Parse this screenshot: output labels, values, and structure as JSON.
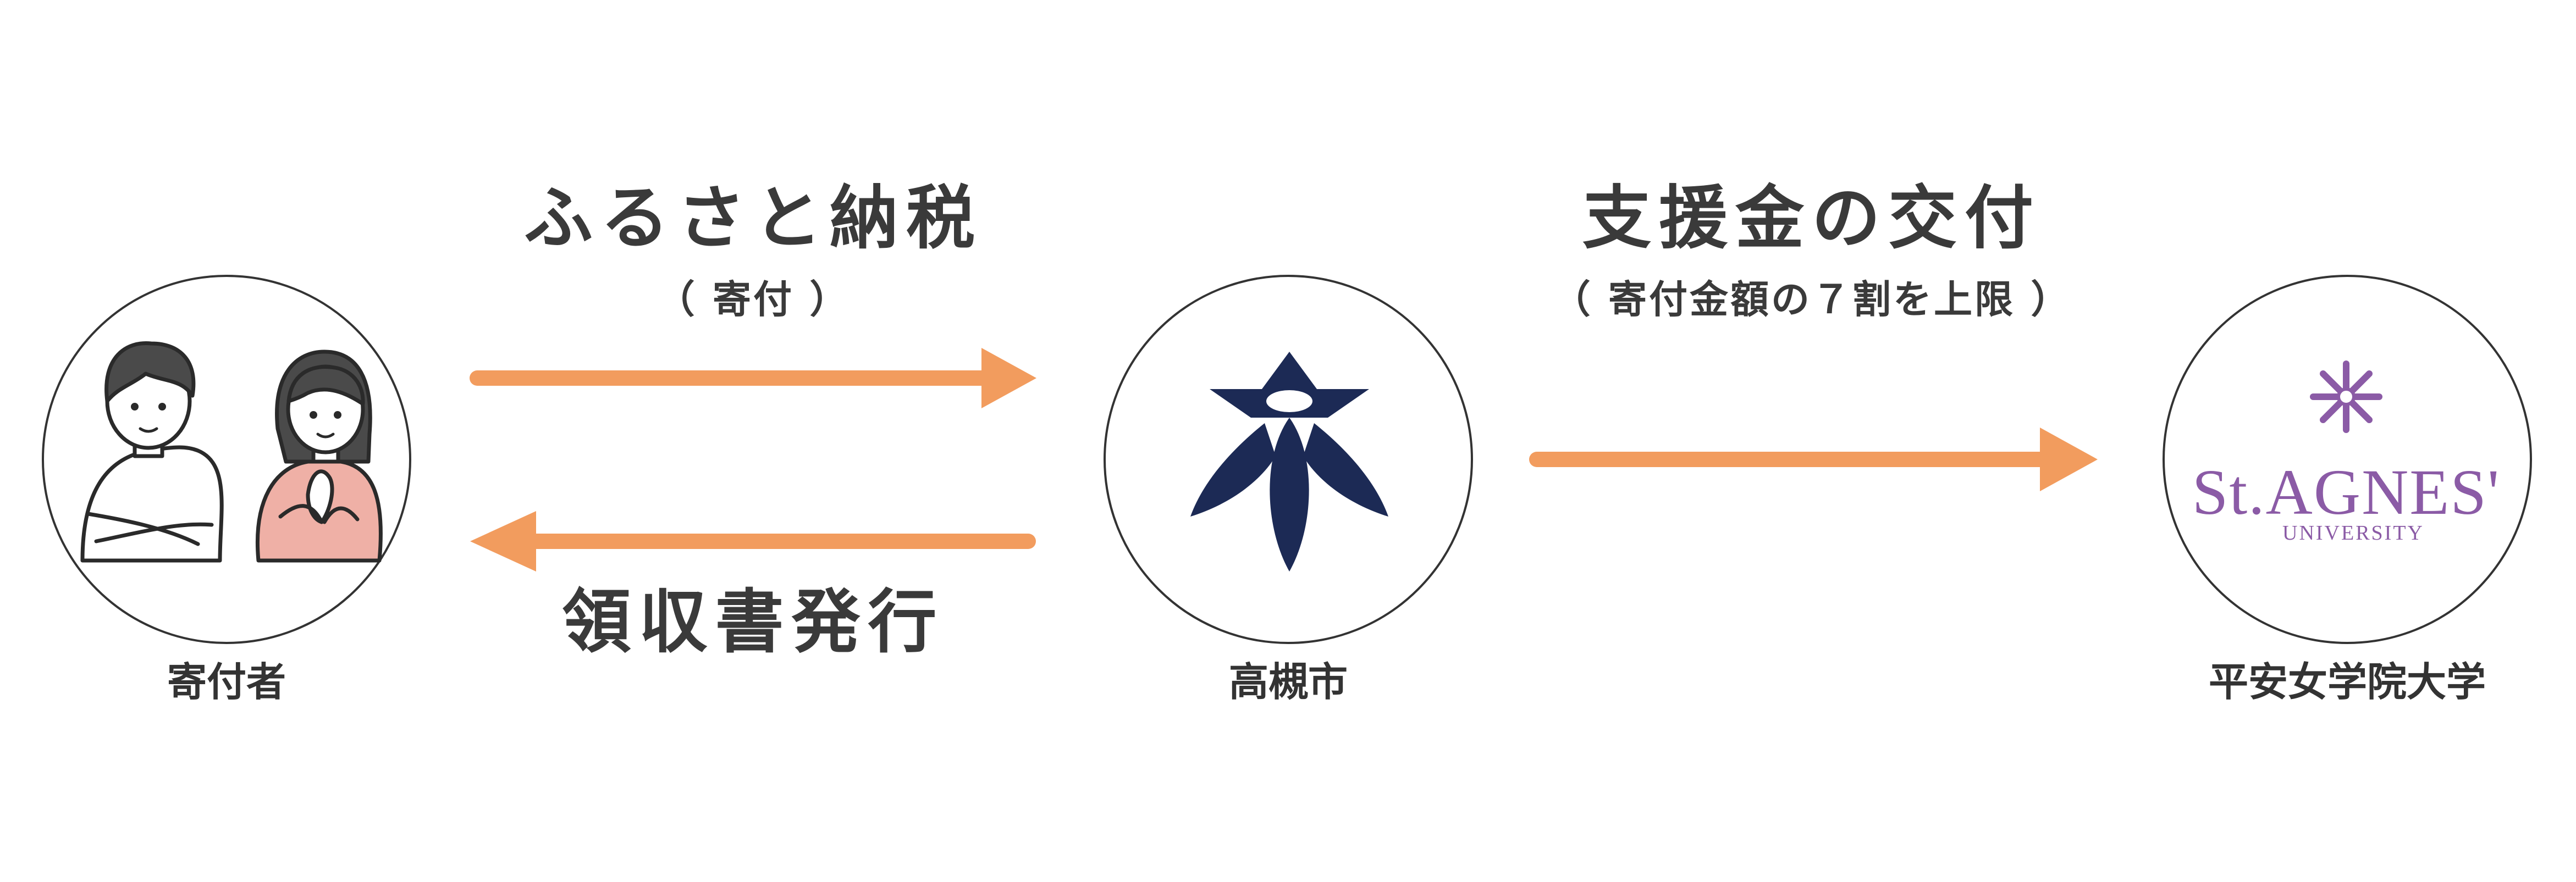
{
  "colors": {
    "arrow": "#f29c5e",
    "outline": "#333333",
    "city_emblem": "#1c2a55",
    "university_logo": "#8b5ba6"
  },
  "nodes": {
    "donor": {
      "label": "寄付者",
      "icon": "donor-couple-illustration"
    },
    "city": {
      "label": "高槻市",
      "icon": "takatsuki-city-emblem"
    },
    "university": {
      "label": "平安女学院大学",
      "icon": "st-agnes-university-logo"
    }
  },
  "flows": {
    "furusato": {
      "title": "ふるさと納税",
      "subtitle": "（ 寄付 ）"
    },
    "receipt": {
      "title": "領収書発行"
    },
    "support": {
      "title": "支援金の交付",
      "subtitle": "（ 寄付金額の７割を上限 ）"
    }
  },
  "logo": {
    "university_main": "St.AGNES'",
    "university_sub": "UNIVERSITY"
  }
}
